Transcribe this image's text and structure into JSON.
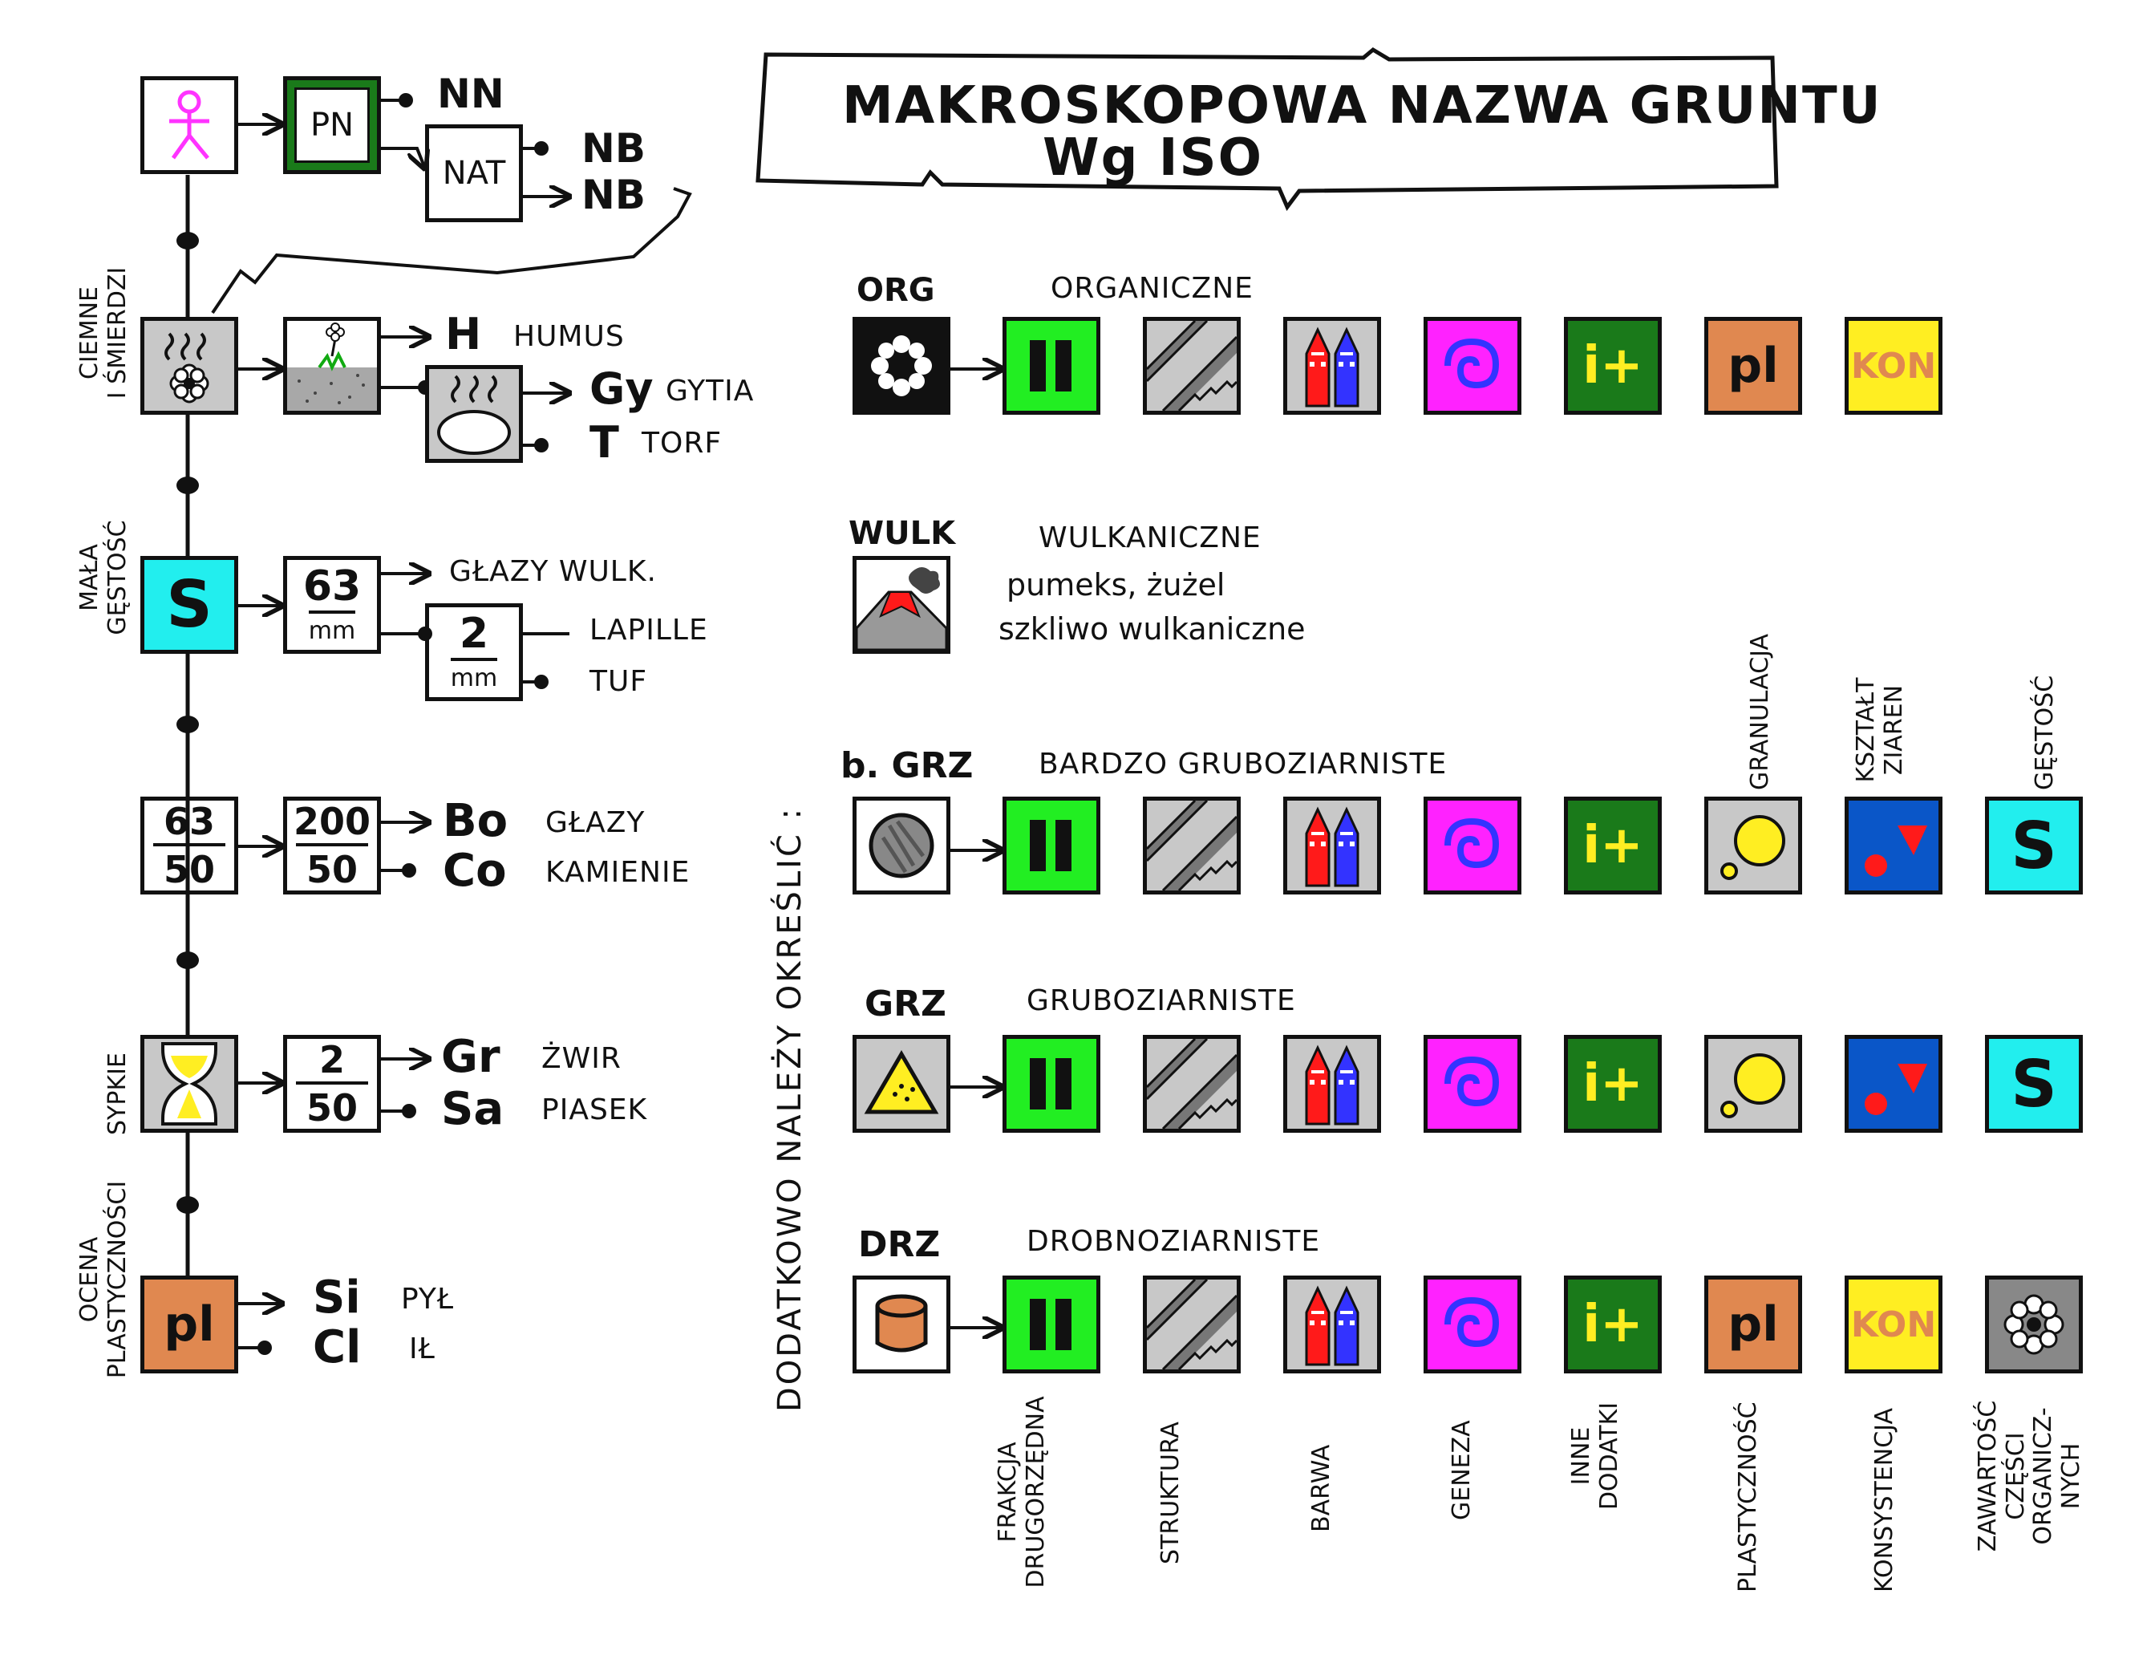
{
  "title": {
    "line1": "MAKROSKOPOWA  NAZWA GRUNTU",
    "line2": "Wg  ISO"
  },
  "top": {
    "pn": "PN",
    "nat": "NAT",
    "nn": "NN",
    "nb1": "NB",
    "nb2": "NB"
  },
  "left": {
    "side_labels": {
      "dark": [
        "CIEMNE",
        "I ŚMIERDZI"
      ],
      "density": [
        "MAŁA",
        "GĘSTOŚĆ"
      ],
      "loose": "SYPKIE",
      "plastic": [
        "OCENA",
        "PLASTYCZNOŚCI"
      ]
    },
    "organic": {
      "h": "H",
      "h_name": "HUMUS",
      "gy": "Gy",
      "gy_name": "GYTIA",
      "t": "T",
      "t_name": "TORF"
    },
    "volcanic": {
      "s_symbol": "S",
      "n63": "63",
      "mm": "mm",
      "n2": "2",
      "glazy": "GŁAZY WULK.",
      "lapille": "LAPILLE",
      "tuf": "TUF"
    },
    "stones": {
      "a1": "63",
      "a2": "50",
      "b1": "200",
      "b2": "50",
      "bo": "Bo",
      "bo_name": "GŁAZY",
      "co": "Co",
      "co_name": "KAMIENIE"
    },
    "sand": {
      "n2": "2",
      "n50": "50",
      "gr": "Gr",
      "gr_name": "ŻWIR",
      "sa": "Sa",
      "sa_name": "PIASEK"
    },
    "fine": {
      "pl": "pl",
      "si": "Si",
      "si_name": "PYŁ",
      "cl": "Cl",
      "cl_name": "IŁ"
    }
  },
  "right": {
    "vertical_label": "DODATKOWO NALEŻY OKREŚLIĆ :",
    "org": {
      "code": "ORG",
      "name": "ORGANICZNE"
    },
    "wulk": {
      "code": "WULK",
      "name": "WULKANICZNE",
      "desc1": "pumeks, żużel",
      "desc2": "szkliwo wulkaniczne"
    },
    "bgrz": {
      "code": "b. GRZ",
      "name": "BARDZO GRUBOZIARNISTE"
    },
    "grz": {
      "code": "GRZ",
      "name": "GRUBOZIARNISTE"
    },
    "drz": {
      "code": "DRZ",
      "name": "DROBNOZIARNISTE"
    },
    "icon_texts": {
      "inne": "i+",
      "pl": "pl",
      "kon": "KON",
      "s": "S"
    },
    "top_labels": {
      "granulacja": "GRANULACJA",
      "ksztalt": [
        "KSZTAŁT",
        "ZIAREN"
      ],
      "gestosc": "GĘSTOŚĆ"
    },
    "bottom_labels": {
      "frakcja": [
        "FRAKCJA",
        "DRUGORZĘDNA"
      ],
      "struktura": "STRUKTURA",
      "barwa": "BARWA",
      "geneza": "GENEZA",
      "inne": [
        "INNE",
        "DODATKI"
      ],
      "plastycznosc": "PLASTYCZNOŚĆ",
      "konsystencja": "KONSYSTENCJA",
      "zawartosc": [
        "ZAWARTOŚĆ",
        "CZĘŚCI",
        "ORGANICZ-",
        "NYCH"
      ]
    }
  },
  "colors": {
    "green": "#22ee22",
    "dark_green": "#1a7a1a",
    "magenta": "#ff22ff",
    "blue": "#0a56c8",
    "orange": "#e08850",
    "yellow": "#ffee22",
    "cyan": "#22eeee",
    "gray": "#c8c8c8",
    "red": "#ff1a1a",
    "pink": "#ff33ff",
    "violet": "#3333ff"
  }
}
